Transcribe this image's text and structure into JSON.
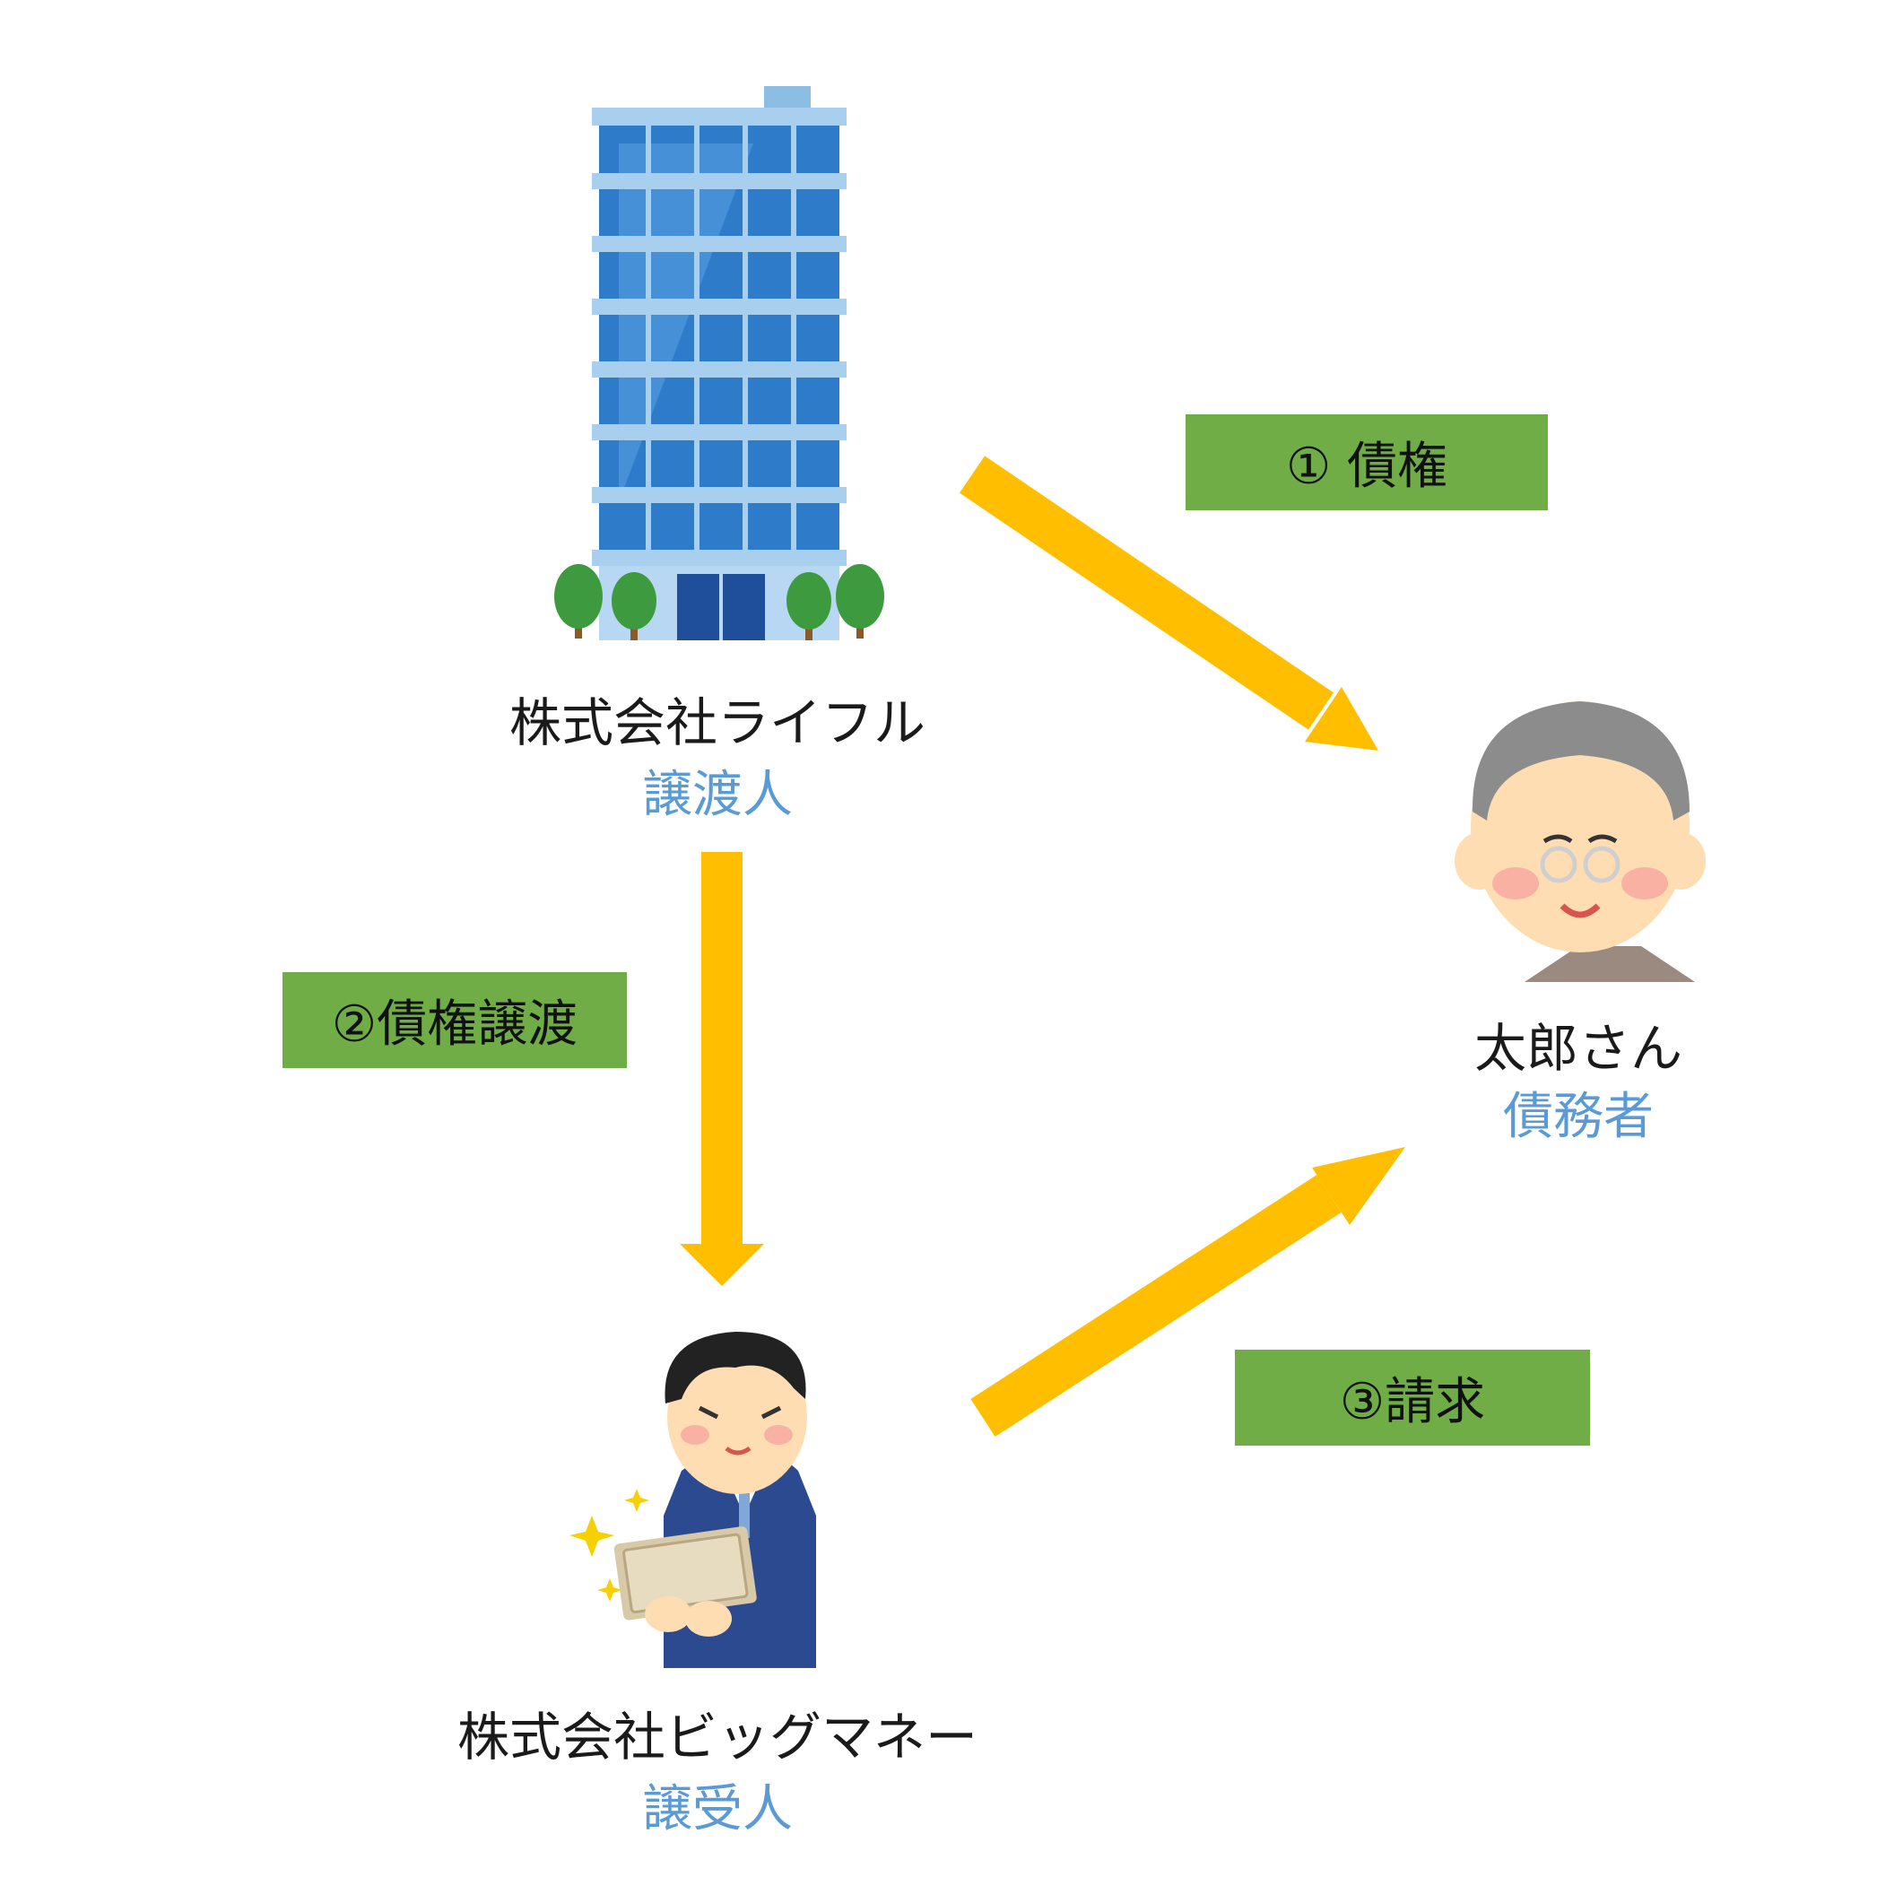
{
  "colors": {
    "arrow": "#FFBF00",
    "step_box": "#70AD47",
    "role_text": "#5B9BD5"
  },
  "icons": {
    "transferor": "office-building-icon",
    "transferee": "businessman-with-money-icon",
    "debtor": "elderly-man-icon"
  },
  "parties": {
    "transferor": {
      "name": "株式会社ライフル",
      "role": "譲渡人"
    },
    "transferee": {
      "name": "株式会社ビッグマネー",
      "role": "譲受人"
    },
    "debtor": {
      "name": "太郎さん",
      "role": "債務者"
    }
  },
  "steps": {
    "claim": "① 債権",
    "transfer": "②債権譲渡",
    "demand": "③請求"
  }
}
